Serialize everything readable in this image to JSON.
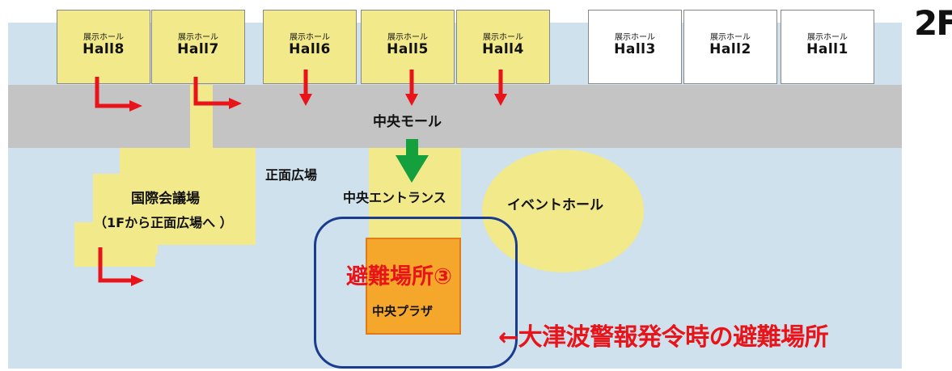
{
  "floor_label": "2F",
  "halls": [
    {
      "sub": "展示ホール",
      "name": "Hall8",
      "status": "open"
    },
    {
      "sub": "展示ホール",
      "name": "Hall7",
      "status": "open"
    },
    {
      "sub": "展示ホール",
      "name": "Hall6",
      "status": "open"
    },
    {
      "sub": "展示ホール",
      "name": "Hall5",
      "status": "open"
    },
    {
      "sub": "展示ホール",
      "name": "Hall4",
      "status": "open"
    },
    {
      "sub": "展示ホール",
      "name": "Hall3",
      "status": "closed"
    },
    {
      "sub": "展示ホール",
      "name": "Hall2",
      "status": "closed"
    },
    {
      "sub": "展示ホール",
      "name": "Hall1",
      "status": "closed"
    }
  ],
  "areas": {
    "central_mall": "中央モール",
    "front_plaza": "正面広場",
    "conference": "国際会議場",
    "conference_note": "（1Fから正面広場へ ）",
    "central_entrance": "中央エントランス",
    "event_hall": "イベントホール",
    "central_plaza": "中央プラザ"
  },
  "evacuation": {
    "site_label": "避難場所③",
    "notice": "←大津波警報発令時の避難場所"
  },
  "colors": {
    "map_bg": "#cfe1ec",
    "mall": "#c4c4c4",
    "area_yellow": "#f2e98a",
    "plaza": "#f5a72b",
    "arrow_red": "#e8141a",
    "arrow_green": "#14a03c",
    "ring_blue": "#1a3c8c"
  }
}
